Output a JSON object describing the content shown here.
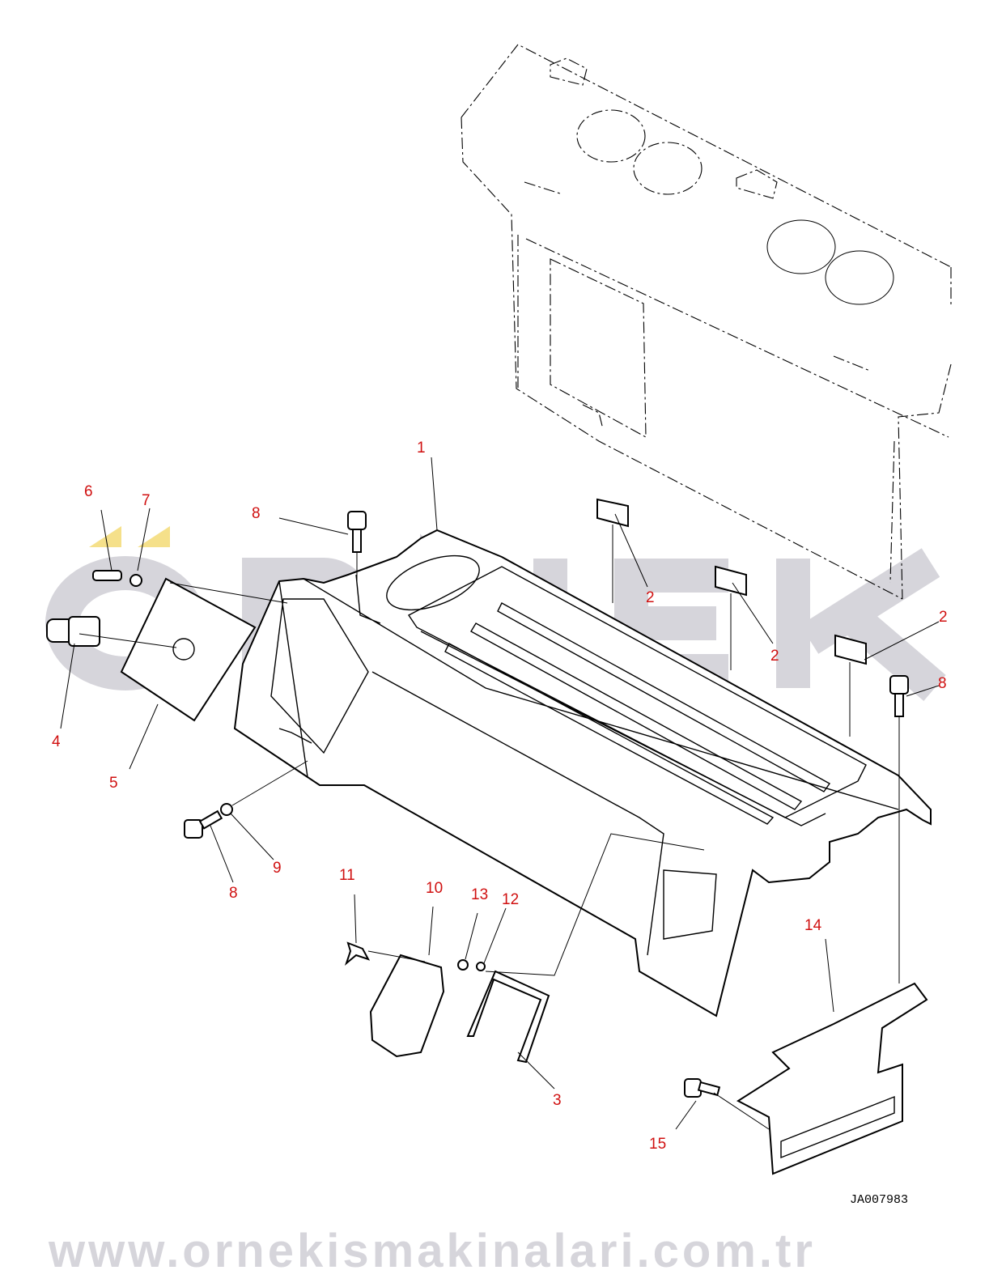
{
  "diagram_code": "JA007983",
  "watermark": {
    "logo_text": "ORNEK",
    "url": "www.ornekismakinalari.com.tr",
    "color": "#d6d5db",
    "accent": "#f5e08a"
  },
  "callout_color": "#d01010",
  "callouts": [
    "1",
    "2",
    "2",
    "2",
    "3",
    "4",
    "5",
    "6",
    "7",
    "8",
    "8",
    "8",
    "9",
    "10",
    "11",
    "12",
    "13",
    "14",
    "15"
  ]
}
